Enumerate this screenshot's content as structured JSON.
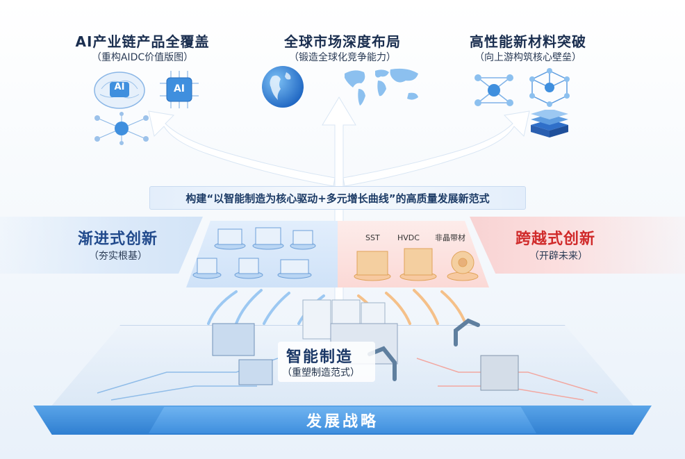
{
  "top": {
    "left": {
      "title": "AI产业链产品全覆盖",
      "subtitle": "（重构AIDC价值版图）"
    },
    "center": {
      "title": "全球市场深度布局",
      "subtitle": "（锻造全球化竞争能力）"
    },
    "right": {
      "title": "高性能新材料突破",
      "subtitle": "（向上游构筑核心壁垒）"
    }
  },
  "ai_badge": "AI",
  "banner": "构建“以智能制造为核心驱动+多元增长曲线”的高质量发展新范式",
  "left_panel": {
    "title": "渐进式创新",
    "subtitle": "（夯实根基）"
  },
  "right_panel": {
    "title": "跨越式创新",
    "subtitle": "（开辟未来）"
  },
  "product_labels": {
    "sst": "SST",
    "hvdc": "HVDC",
    "amorphous": "非晶带材"
  },
  "center": {
    "title": "智能制造",
    "subtitle": "（重塑制造范式）"
  },
  "base": "发展战略",
  "colors": {
    "blue_accent": "#3f8fde",
    "red_accent": "#d02a2a",
    "navy": "#1a2e4f"
  }
}
